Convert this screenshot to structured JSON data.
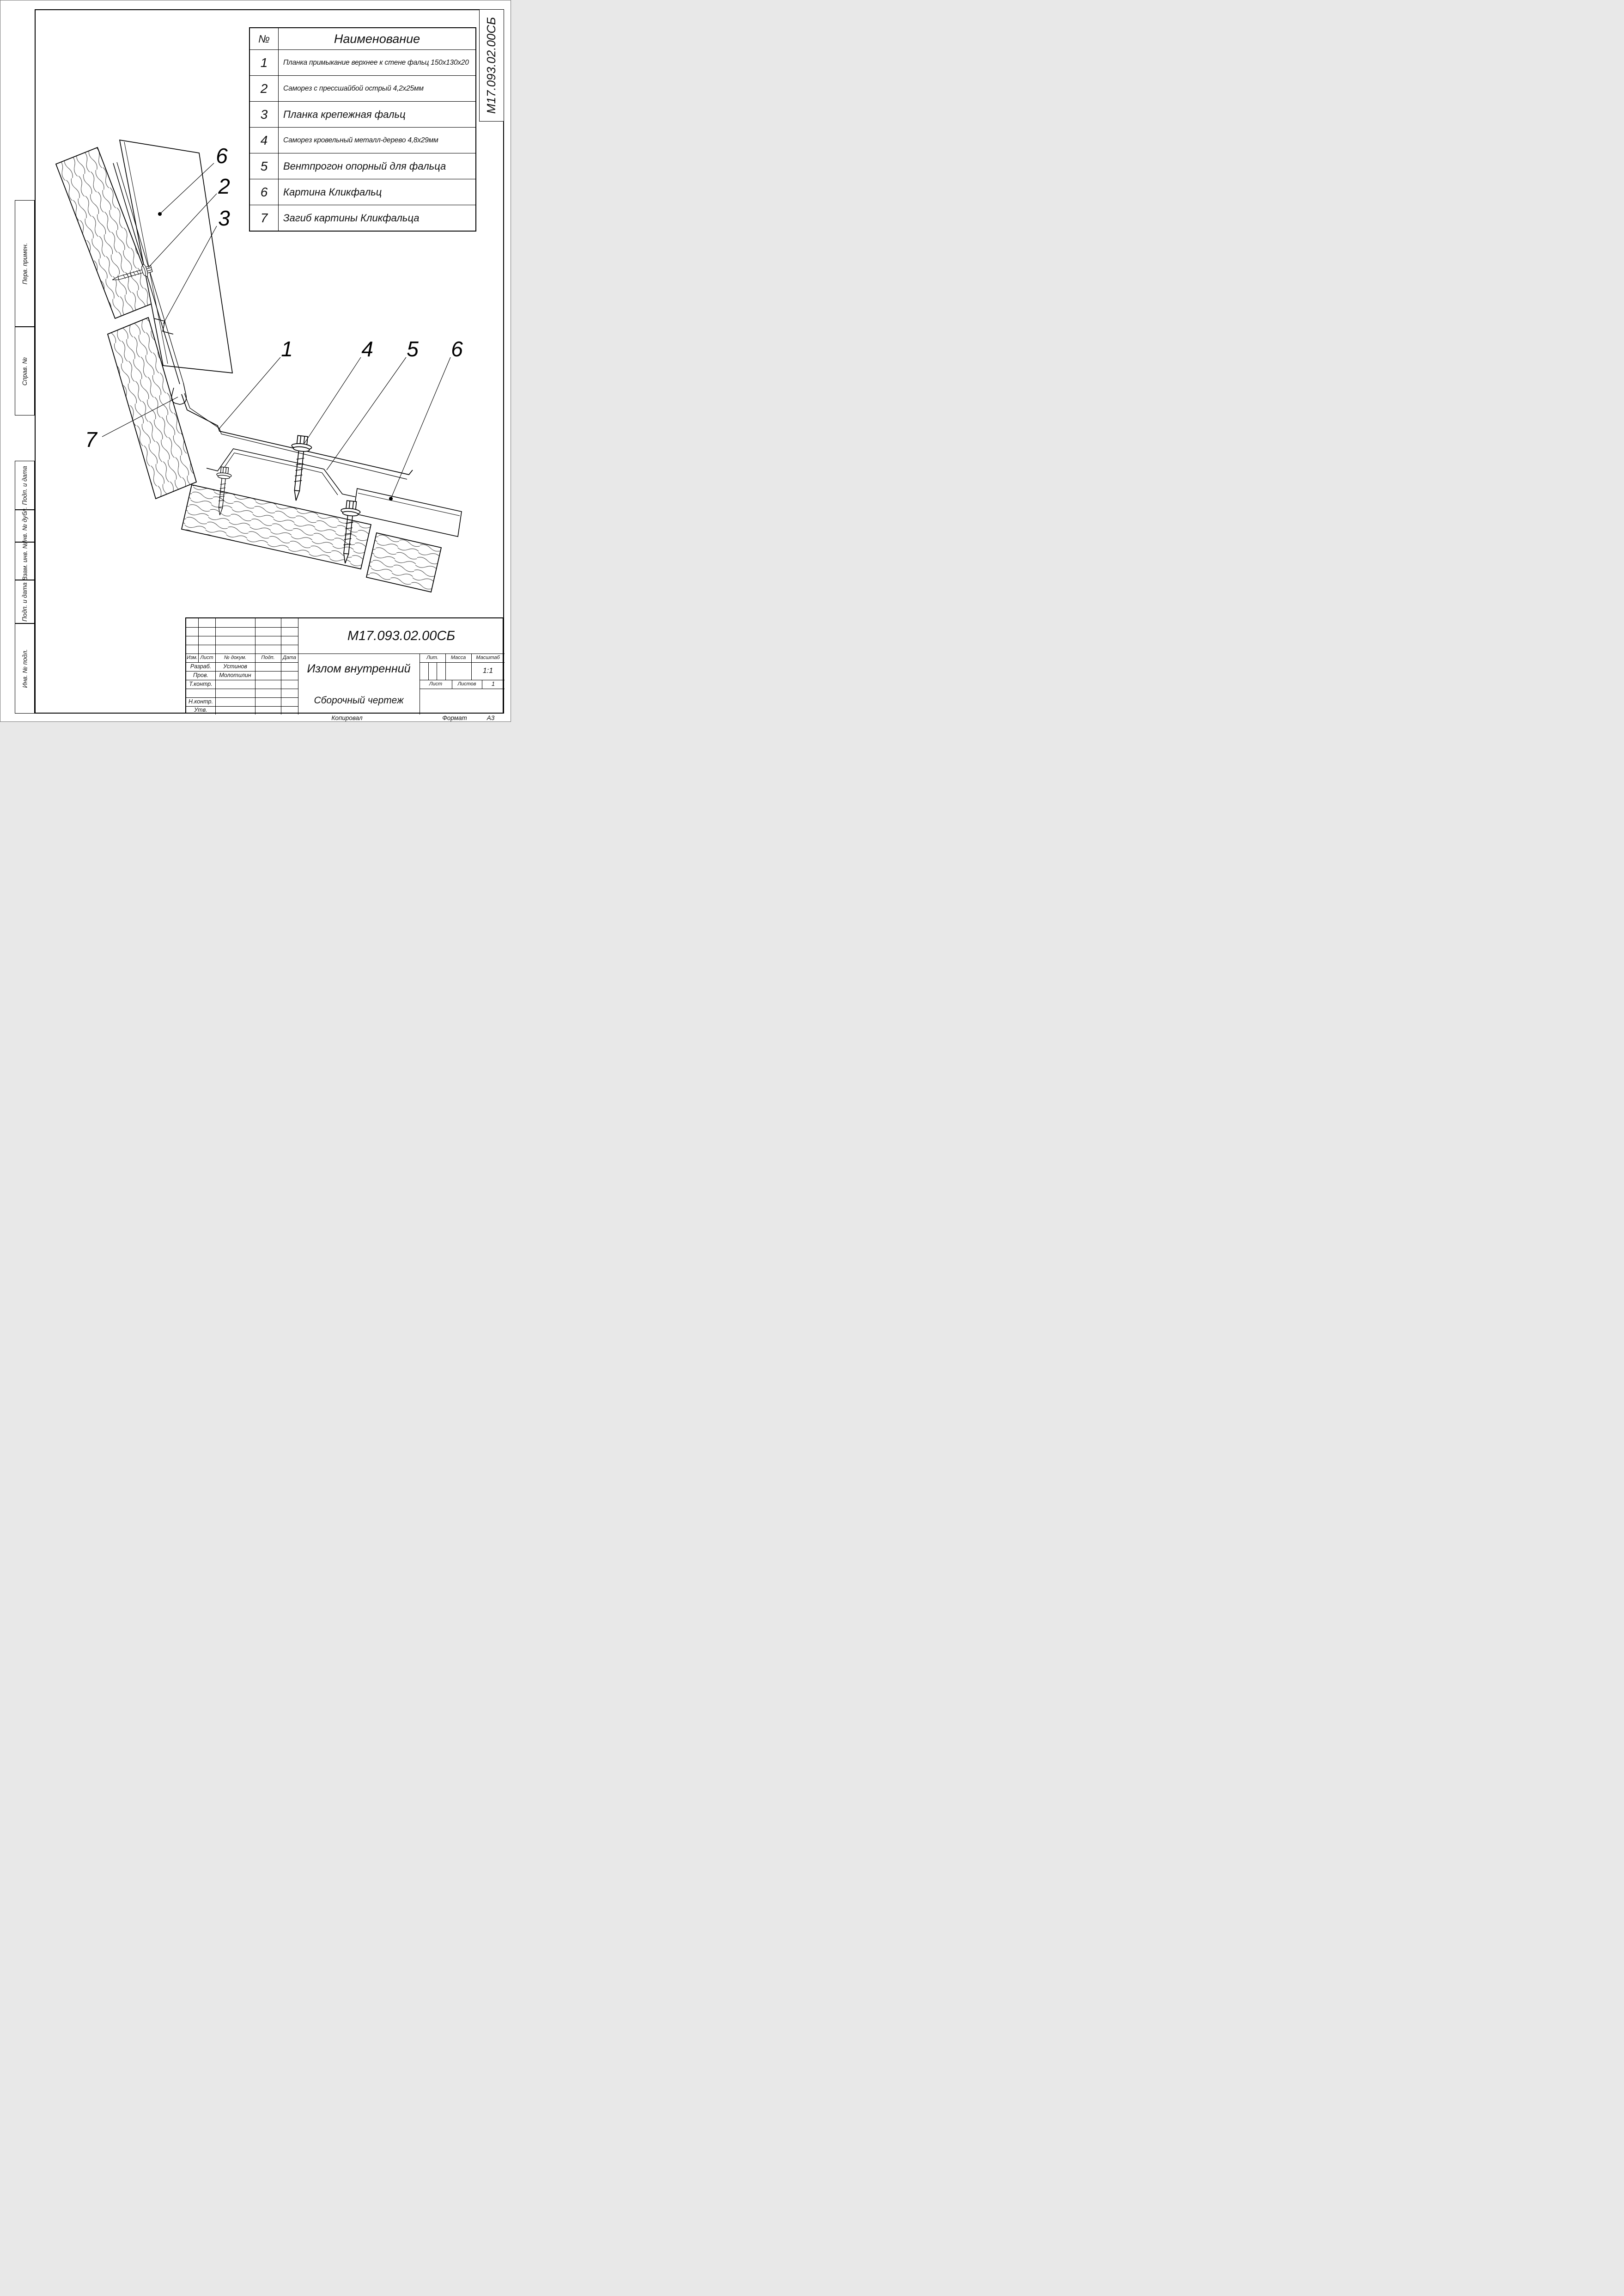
{
  "doc_code": "М17.093.02.00СБ",
  "parts_table": {
    "col_num": "№",
    "col_name": "Наименование",
    "rows": [
      {
        "num": "1",
        "name": "Планка примыкание верхнее к стене фальц 150х130х20"
      },
      {
        "num": "2",
        "name": "Саморез с прессшайбой острый 4,2х25мм"
      },
      {
        "num": "3",
        "name": "Планка крепежная фальц"
      },
      {
        "num": "4",
        "name": "Саморез кровельный металл-дерево 4,8х29мм"
      },
      {
        "num": "5",
        "name": "Вентпрогон опорный для фальца"
      },
      {
        "num": "6",
        "name": "Картина Кликфальц"
      },
      {
        "num": "7",
        "name": "Загиб картины Кликфальца"
      }
    ]
  },
  "margin_labels": {
    "perv_primen": "Перв. примен.",
    "sprav_no": "Справ. №",
    "podp_data_1": "Подп. и дата",
    "inv_dubl": "Инв. № дубл.",
    "vzam_inv": "Взам. инв. №",
    "podp_data_2": "Подп. и дата",
    "inv_podl": "Инв. № подл."
  },
  "callouts": {
    "c6_top": "6",
    "c2": "2",
    "c3": "3",
    "c1": "1",
    "c4": "4",
    "c5": "5",
    "c6_right": "6",
    "c7": "7"
  },
  "title_block": {
    "code": "М17.093.02.00СБ",
    "name": "Излом внутренний",
    "doc_type": "Сборочный чертеж",
    "col_izm": "Изм.",
    "col_list": "Лист",
    "col_doc": "№ докум.",
    "col_podp": "Подп.",
    "col_data": "Дата",
    "razrab_label": "Разраб.",
    "razrab_name": "Устинов",
    "prov_label": "Пров.",
    "prov_name": "Молотилин",
    "tkontr_label": "Т.контр.",
    "nkontr_label": "Н.контр.",
    "utv_label": "Утв.",
    "lit_label": "Лит.",
    "massa_label": "Масса",
    "masshtab_label": "Масштаб",
    "scale_value": "1:1",
    "list_label": "Лист",
    "listov_label": "Листов",
    "listov_value": "1"
  },
  "footer": {
    "copied": "Копировал",
    "format_label": "Формат",
    "format_value": "А3"
  }
}
